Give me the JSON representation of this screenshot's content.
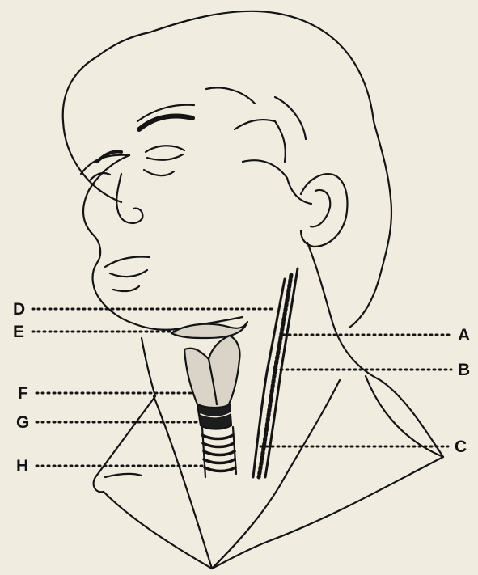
{
  "figure": {
    "type": "anatomical-line-drawing",
    "subject": "head-and-neck",
    "ink_color": "#141414",
    "paper_color": "#f1ece0",
    "labels": {
      "left": [
        "D",
        "E",
        "F",
        "G",
        "H"
      ],
      "right": [
        "A",
        "B",
        "C"
      ]
    }
  }
}
